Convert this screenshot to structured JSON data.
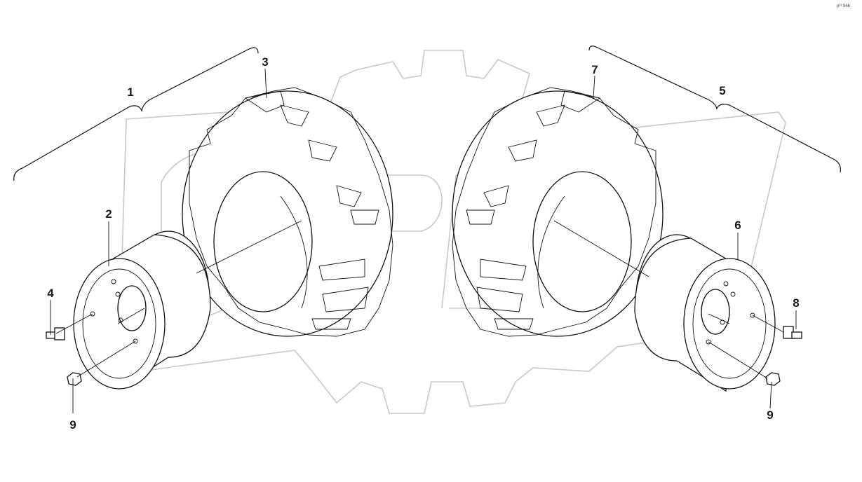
{
  "diagram": {
    "reference_code": "p²³ 966",
    "callouts": {
      "c1": "1",
      "c2": "2",
      "c3": "3",
      "c4": "4",
      "c5": "5",
      "c6": "6",
      "c7": "7",
      "c8": "8",
      "c9_left": "9",
      "c9_right": "9"
    }
  }
}
